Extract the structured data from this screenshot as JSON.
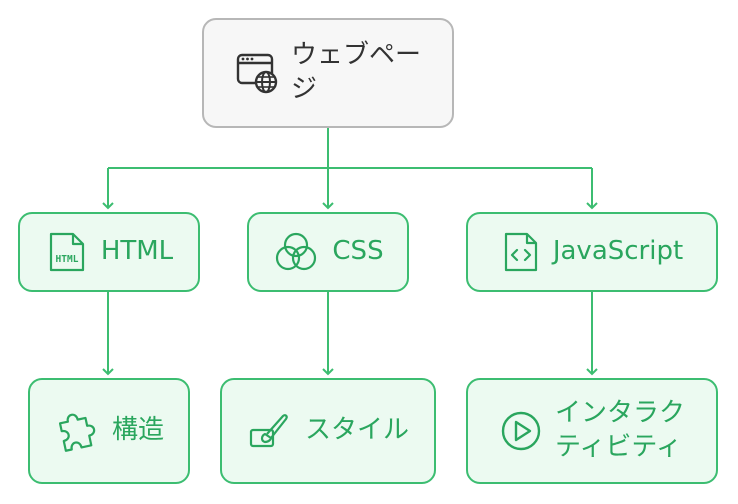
{
  "diagram": {
    "root": {
      "label": "ウェブページ",
      "label_lines": [
        "ウェブペー",
        "ジ"
      ],
      "icon": "browser-globe-icon"
    },
    "technologies": [
      {
        "label": "HTML",
        "icon": "html-file-icon",
        "role": {
          "label": "構造",
          "icon": "puzzle-piece-icon"
        }
      },
      {
        "label": "CSS",
        "icon": "color-circles-icon",
        "role": {
          "label": "スタイル",
          "icon": "paint-brush-icon"
        }
      },
      {
        "label": "JavaScript",
        "icon": "code-file-icon",
        "role": {
          "label": "インタラクティビティ",
          "label_lines": [
            "インタラク",
            "ティビティ"
          ],
          "icon": "play-circle-icon"
        }
      }
    ],
    "colors": {
      "connector": "#3cbd71",
      "child_fill": "#ecfaf1",
      "child_border": "#3cbd71",
      "child_text": "#2aa65e",
      "root_fill": "#f7f7f7",
      "root_border": "#b7b7b7",
      "root_text": "#333333"
    }
  }
}
